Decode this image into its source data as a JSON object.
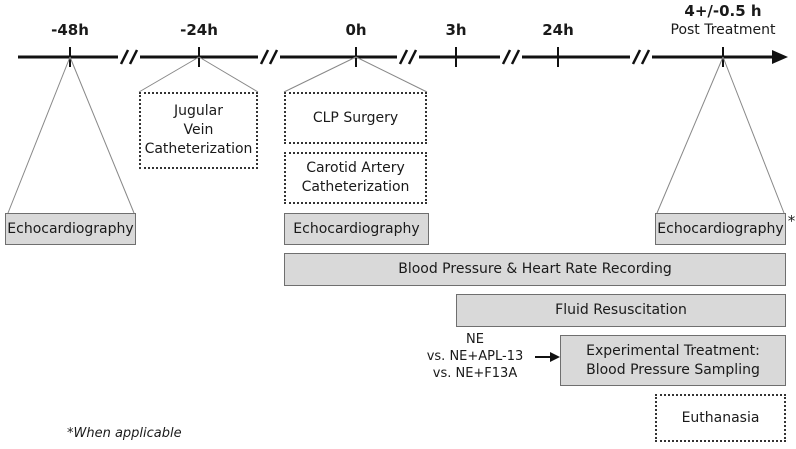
{
  "timeline": {
    "ticks": [
      {
        "label": "-48h"
      },
      {
        "label": "-24h"
      },
      {
        "label": "0h"
      },
      {
        "label": "3h"
      },
      {
        "label": "24h"
      },
      {
        "label": "4+/-0.5 h",
        "sublabel": "Post Treatment"
      }
    ]
  },
  "boxes": {
    "echo_left": "Echocardiography",
    "jugular": [
      "Jugular",
      "Vein",
      "Catheterization"
    ],
    "clp": "CLP Surgery",
    "carotid": [
      "Carotid Artery",
      "Catheterization"
    ],
    "echo_mid": "Echocardiography",
    "echo_right": "Echocardiography",
    "bp_recording": "Blood Pressure & Heart Rate Recording",
    "fluid": "Fluid Resuscitation",
    "experimental": [
      "Experimental Treatment:",
      "Blood Pressure Sampling"
    ],
    "euthanasia": "Euthanasia"
  },
  "treatments": [
    "NE",
    "vs. NE+APL-13",
    "vs. NE+F13A"
  ],
  "asterisk": "*",
  "footnote": "*When applicable"
}
